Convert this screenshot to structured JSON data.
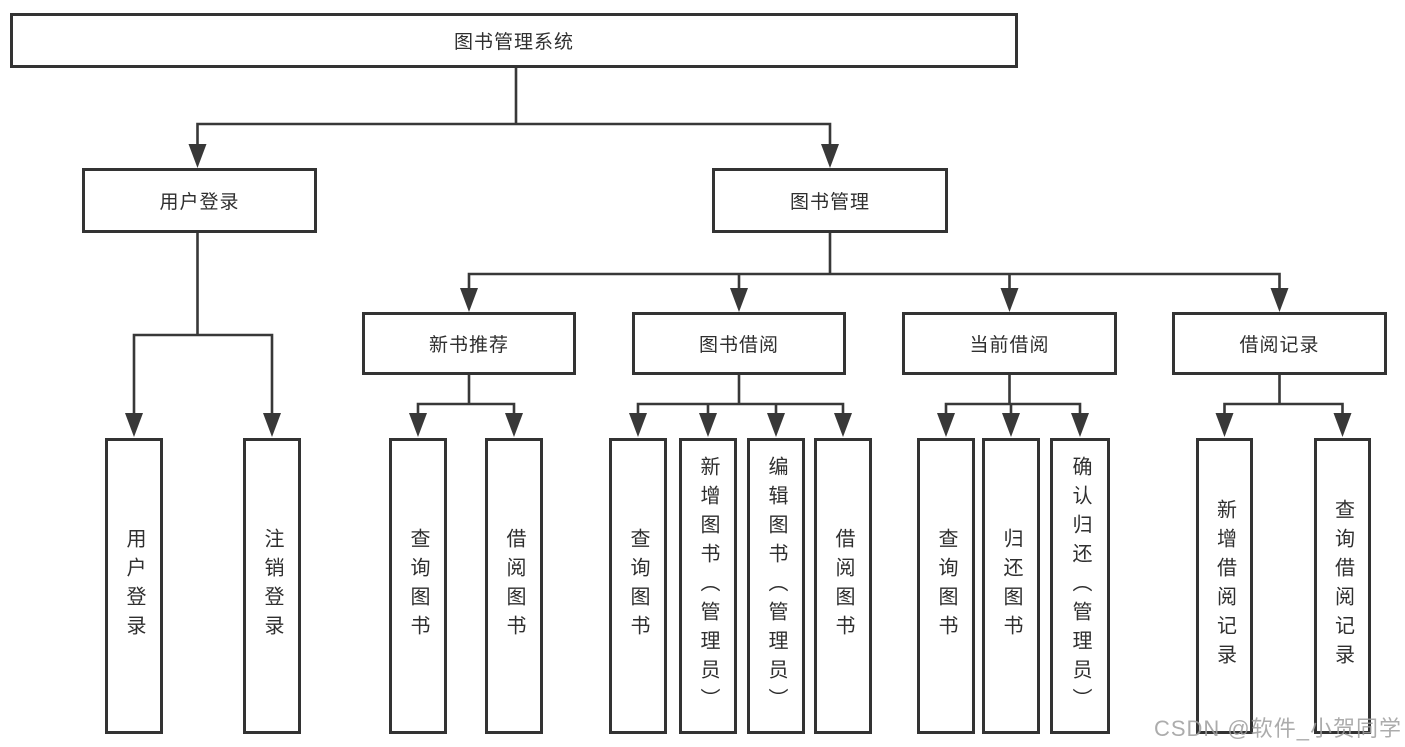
{
  "diagram": {
    "root": {
      "label": "图书管理系统"
    },
    "level2": [
      {
        "label": "用户登录"
      },
      {
        "label": "图书管理"
      }
    ],
    "level3": [
      {
        "label": "新书推荐"
      },
      {
        "label": "图书借阅"
      },
      {
        "label": "当前借阅"
      },
      {
        "label": "借阅记录"
      }
    ],
    "leaves": {
      "user_login": [
        "用户登录",
        "注销登录"
      ],
      "new_book_recommend": [
        "查询图书",
        "借阅图书"
      ],
      "book_borrow": [
        "查询图书",
        "新增图书（管理员）",
        "编辑图书（管理员）",
        "借阅图书"
      ],
      "current_borrow": [
        "查询图书",
        "归还图书",
        "确认归还（管理员）"
      ],
      "borrow_record": [
        "新增借阅记录",
        "查询借阅记录"
      ]
    }
  },
  "watermark": {
    "text": "CSDN @软件_小贺同学"
  },
  "colors": {
    "line": "#383838",
    "box_border": "#333333",
    "text": "#2f2f2f",
    "watermark": "#9e9e9e",
    "background": "#ffffff"
  }
}
